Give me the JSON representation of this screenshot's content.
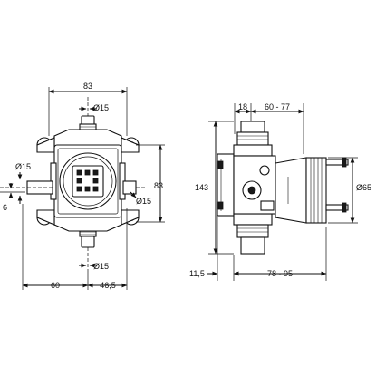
{
  "front_view": {
    "dim_width_top": "83",
    "dim_outlet_top": "Ø15",
    "dim_inlet_left": "Ø15",
    "dim_offset_left": "6",
    "dim_inlet_right": "Ø15",
    "dim_height_right": "83",
    "dim_outlet_bottom": "Ø15",
    "dim_bottom_left": "60",
    "dim_bottom_right": "46,5"
  },
  "side_view": {
    "dim_top_left": "18",
    "dim_top_right": "60 - 77",
    "dim_height_left": "143",
    "dim_diameter_right": "Ø65",
    "dim_bottom_left": "11,5",
    "dim_bottom_right": "78 - 95"
  }
}
